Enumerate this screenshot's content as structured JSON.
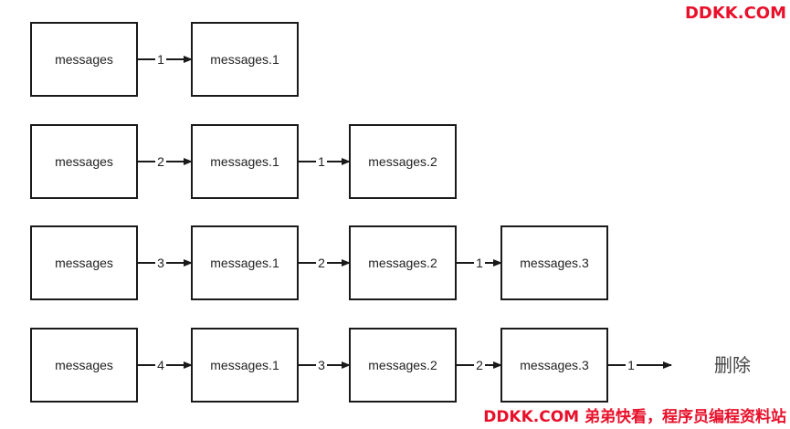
{
  "watermark_top": "DDKK.COM",
  "watermark_bottom": "DDKK.COM 弟弟快看，程序员编程资料站",
  "colors": {
    "box_border": "#1a1a1a",
    "text": "#222222",
    "delete_text": "#444444",
    "watermark": "#e8102a"
  },
  "rows": [
    {
      "boxes": [
        "messages",
        "messages.1"
      ],
      "arrows": [
        "1"
      ],
      "trailing": null
    },
    {
      "boxes": [
        "messages",
        "messages.1",
        "messages.2"
      ],
      "arrows": [
        "2",
        "1"
      ],
      "trailing": null
    },
    {
      "boxes": [
        "messages",
        "messages.1",
        "messages.2",
        "messages.3"
      ],
      "arrows": [
        "3",
        "2",
        "1"
      ],
      "trailing": null
    },
    {
      "boxes": [
        "messages",
        "messages.1",
        "messages.2",
        "messages.3"
      ],
      "arrows": [
        "4",
        "3",
        "2"
      ],
      "trailing": {
        "arrow": "1",
        "label": "删除"
      }
    }
  ]
}
